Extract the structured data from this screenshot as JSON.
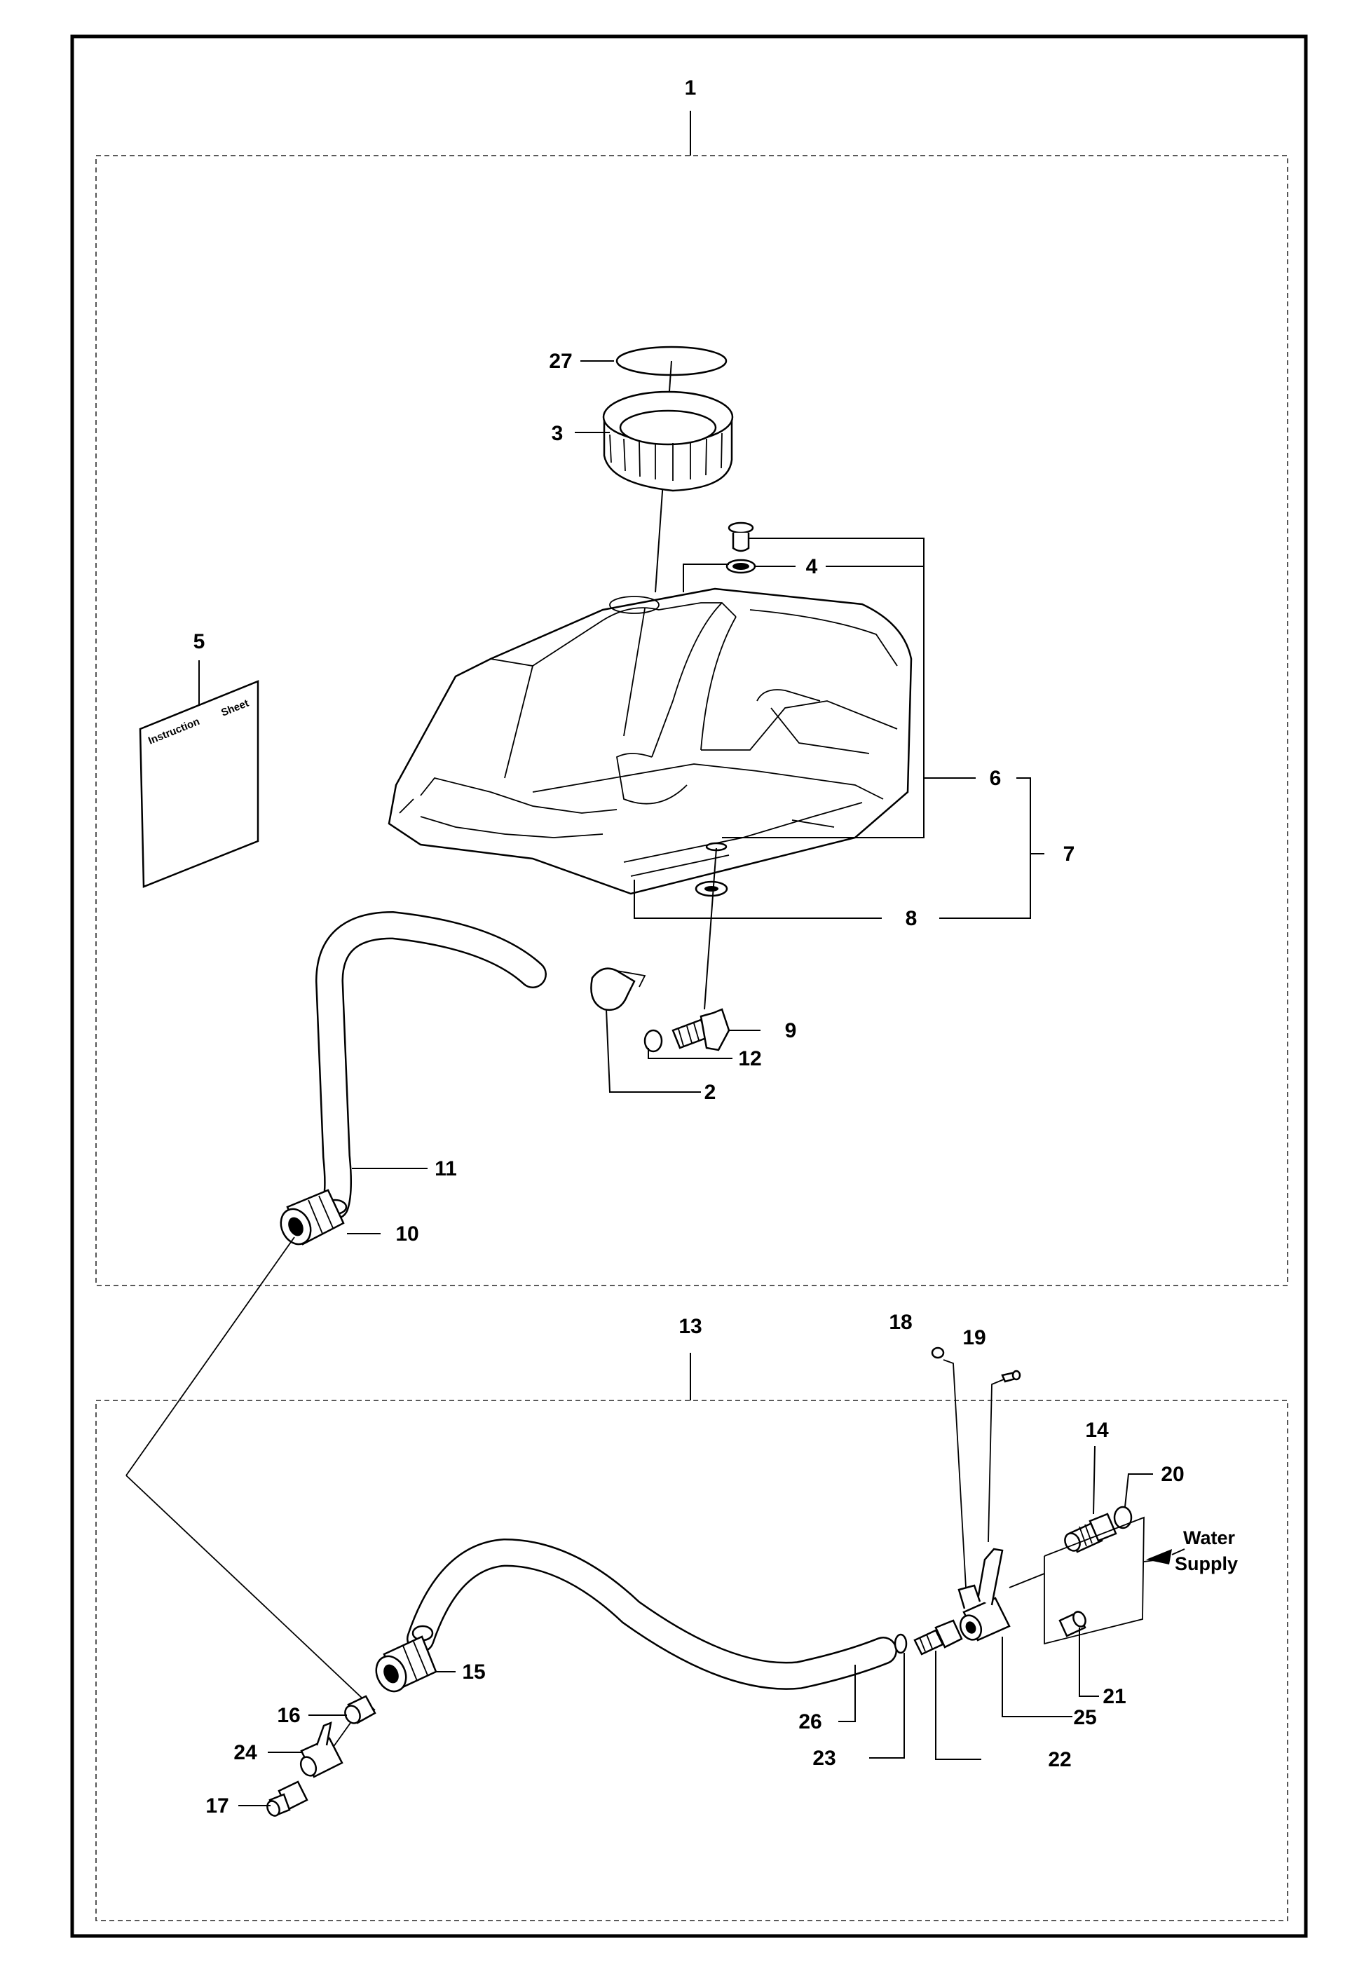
{
  "diagram": {
    "callouts": {
      "c1": "1",
      "c2": "2",
      "c3": "3",
      "c4": "4",
      "c5": "5",
      "c6": "6",
      "c7": "7",
      "c8": "8",
      "c9": "9",
      "c10": "10",
      "c11": "11",
      "c12": "12",
      "c13": "13",
      "c14": "14",
      "c15": "15",
      "c16": "16",
      "c17": "17",
      "c18": "18",
      "c19": "19",
      "c20": "20",
      "c21": "21",
      "c22": "22",
      "c23": "23",
      "c24": "24",
      "c25": "25",
      "c26": "26",
      "c27": "27"
    },
    "instruction_sheet": {
      "word1": "Instruction",
      "word2": "Sheet"
    },
    "water_supply": {
      "line1": "Water",
      "line2": "Supply"
    }
  }
}
